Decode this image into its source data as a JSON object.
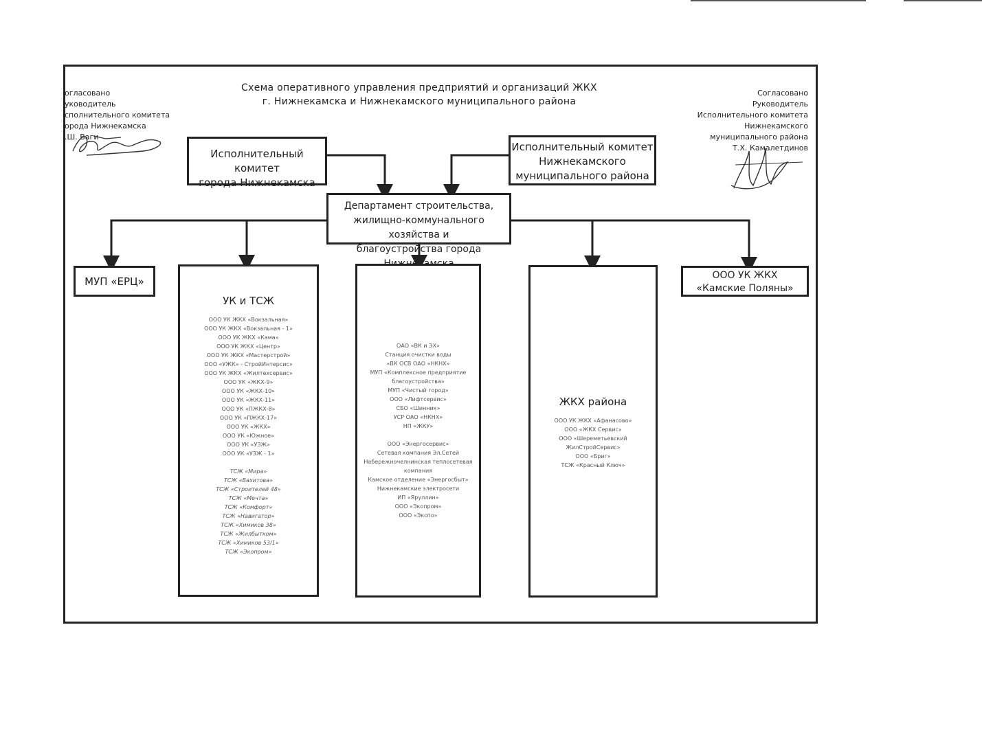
{
  "header": {
    "title_line1": "Схема оперативного управления предприятий и организаций ЖКХ",
    "title_line2": "г. Нижнекамска и Нижнекамского муниципального района"
  },
  "approval_left": {
    "lines": [
      "огласовано",
      "уководитель",
      "сполнительного комитета",
      "орода Нижнекамска",
      ".Ш. Ваги"
    ]
  },
  "approval_right": {
    "lines": [
      "Согласовано",
      "Руководитель",
      "Исполнительного комитета",
      "Нижнекамского",
      "муниципального района",
      "Т.Х. Камалетдинов"
    ]
  },
  "boxes": {
    "city_committee": {
      "lines": [
        "Исполнительный комитет",
        "города Нижнекамска"
      ]
    },
    "district_committee": {
      "lines": [
        "Исполнительный комитет",
        "Нижнекамского",
        "муниципального района"
      ]
    },
    "department": {
      "lines": [
        "Департамент строительства,",
        "жилищно-коммунального хозяйства и",
        "благоустройства города Нижнекамска"
      ]
    },
    "mup_erc": {
      "label": "МУП «ЕРЦ»"
    },
    "uk_tszh": {
      "title": "УК и ТСЖ",
      "group1": [
        "ООО УК ЖКХ «Вокзальная»",
        "ООО УК ЖКХ «Вокзальная - 1»",
        "ООО УК ЖКХ «Кама»",
        "ООО УК ЖКХ «Центр»",
        "ООО УК ЖКХ «Мастерстрой»",
        "ООО «УЖК» - СтройИнтерсис»",
        "ООО УК ЖКХ «Жилтехсервис»",
        "ООО УК «ЖКХ-9»",
        "ООО УК «ЖКХ-10»",
        "ООО УК «ЖКХ-11»",
        "ООО УК «ПЖКХ-8»",
        "ООО УК «ПЖКХ-17»",
        "ООО УК «ЖКХ»",
        "ООО УК «Южное»",
        "ООО УК «УЗЖ»",
        "ООО УК «УЗЖ - 1»"
      ],
      "group2": [
        "ТСЖ «Мира»",
        "ТСЖ «Вахитова»",
        "ТСЖ «Строителей 48»",
        "ТСЖ «Мечта»",
        "ТСЖ «Комфорт»",
        "ТСЖ «Навигатор»",
        "ТСЖ «Химиков 38»",
        "ТСЖ «Жилбытком»",
        "ТСЖ «Химиков 53/1»",
        "ТСЖ «Экопром»"
      ]
    },
    "utilities": {
      "group1": [
        "ОАО «ВК и ЭХ»",
        "Станция очистки воды",
        "«ВК ОСВ ОАО «НКНХ»",
        "МУП «Комплексное предприятие",
        "благоустройства»",
        "МУП «Чистый город»",
        "ООО «Лифтсервис»",
        "СБО «Шинник»",
        "УСР ОАО «НКНХ»",
        "НП «ЖКУ»"
      ],
      "group2": [
        "ООО «Энергосервис»",
        "Сетевая компания Эл.Сетей",
        "Набережночелнинская теплосетевая",
        "компания",
        "Камское отделение «Энергосбыт»",
        "Нижнекамские электросети",
        "ИП «Яруллин»",
        "ООО «Экопром»",
        "ООО «Экспо»"
      ]
    },
    "district_zhkh": {
      "title": "ЖКХ района",
      "items": [
        "ООО УК ЖКХ «Афанасово»",
        "ООО «ЖКХ Сервис»",
        "ООО «Шереметьевский",
        "ЖилСтройСервис»",
        "ООО «Бриг»",
        "ТСЖ «Красный Ключ»"
      ]
    },
    "kamskie_polyany": {
      "lines": [
        "ООО УК ЖКХ",
        "«Камские Поляны»"
      ]
    }
  }
}
